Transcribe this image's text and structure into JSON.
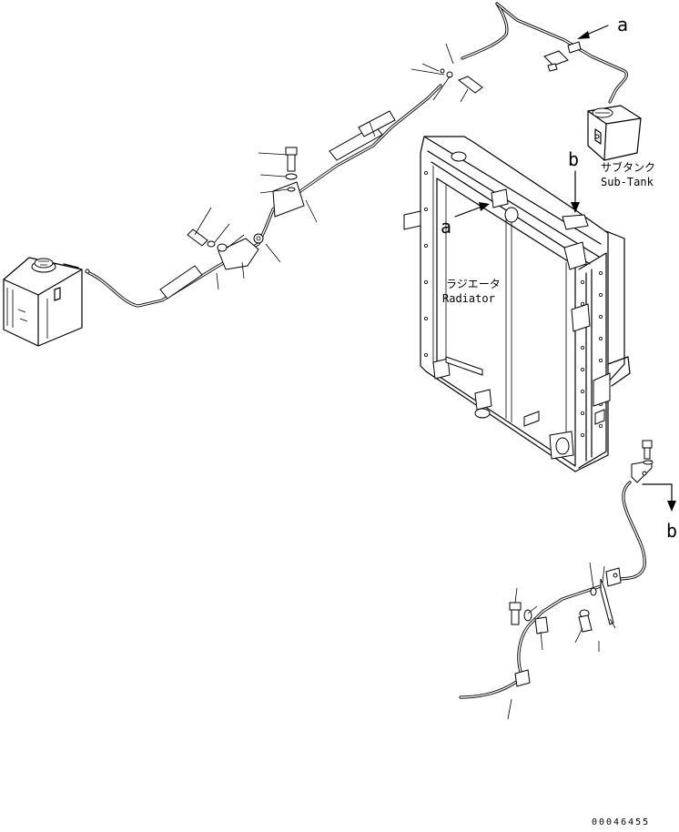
{
  "labels": {
    "sub_tank_jp": "サブタンク",
    "sub_tank_en": "Sub-Tank",
    "radiator_jp": "ラジエータ",
    "radiator_en": "Radiator",
    "ref_a": "a",
    "ref_b": "b",
    "drawing_number": "00046455"
  }
}
